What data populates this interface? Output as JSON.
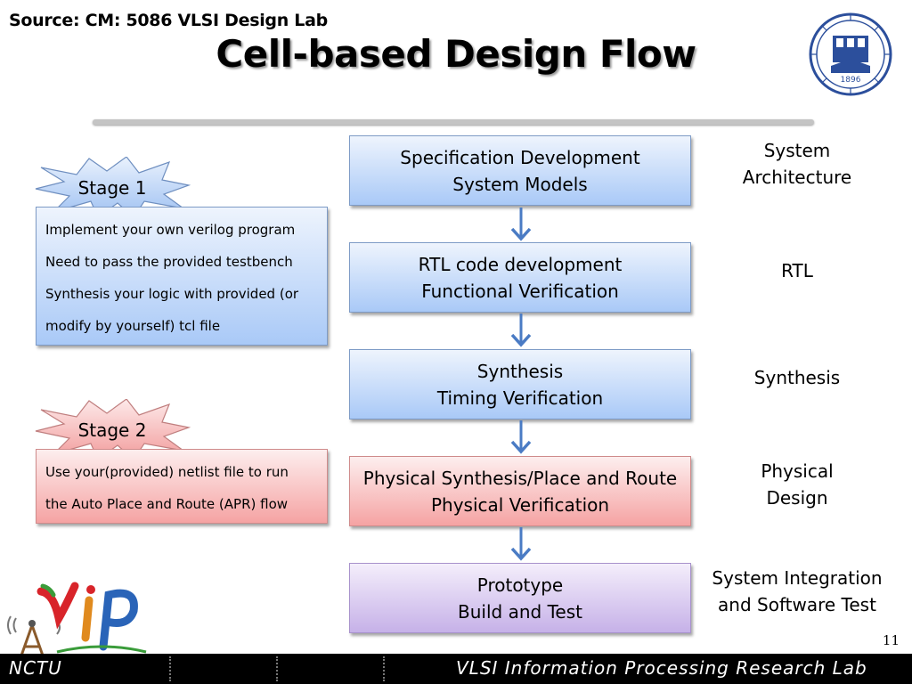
{
  "header": {
    "source": "Source: CM: 5086 VLSI Design Lab",
    "title": "Cell-based Design Flow",
    "seal_text": "1896"
  },
  "flow": {
    "steps": [
      {
        "line1": "Specification Development",
        "line2": "System Models",
        "color": "#a9c9f7"
      },
      {
        "line1": "RTL code development",
        "line2": "Functional Verification",
        "color": "#a9c9f7"
      },
      {
        "line1": "Synthesis",
        "line2": "Timing Verification",
        "color": "#a9c9f7"
      },
      {
        "line1": "Physical Synthesis/Place and Route",
        "line2": "Physical Verification",
        "color": "#f5a3a3"
      },
      {
        "line1": "Prototype",
        "line2": "Build and Test",
        "color": "#c6b1e8"
      }
    ],
    "labels": [
      {
        "line1": "System",
        "line2": "Architecture"
      },
      {
        "line1": "RTL",
        "line2": ""
      },
      {
        "line1": "Synthesis",
        "line2": ""
      },
      {
        "line1": "Physical",
        "line2": "Design"
      },
      {
        "line1": "System Integration",
        "line2": "and Software Test"
      }
    ],
    "arrow_color": "#4a7bc4"
  },
  "stages": [
    {
      "label": "Stage 1",
      "notes": [
        "Implement your own verilog program",
        "Need to pass the provided testbench",
        "Synthesis your logic with provided (or",
        "modify by yourself) tcl file"
      ]
    },
    {
      "label": "Stage 2",
      "notes": [
        "Use your(provided) netlist file to run",
        "the Auto Place and Route (APR) flow"
      ]
    }
  ],
  "footer": {
    "page_number": "11",
    "left_text": "NCTU",
    "right_text": "VLSI Information Processing Research Lab"
  }
}
